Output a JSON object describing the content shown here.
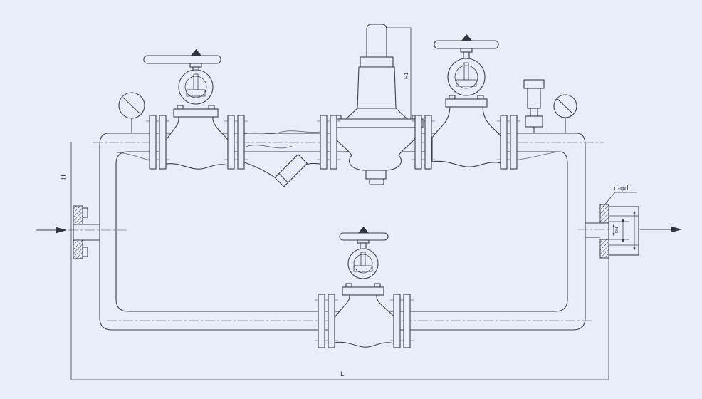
{
  "labels": {
    "h": "H",
    "h1": "H1",
    "l": "L",
    "bolt_holes": "n-φd",
    "bore": "DN"
  },
  "colors": {
    "background": "#e8eef7",
    "line": "#3b4149",
    "centerline": "#7c8591",
    "text": "#2e343c"
  },
  "icons": {
    "flow_in": "right-arrow",
    "flow_out": "right-arrow"
  }
}
